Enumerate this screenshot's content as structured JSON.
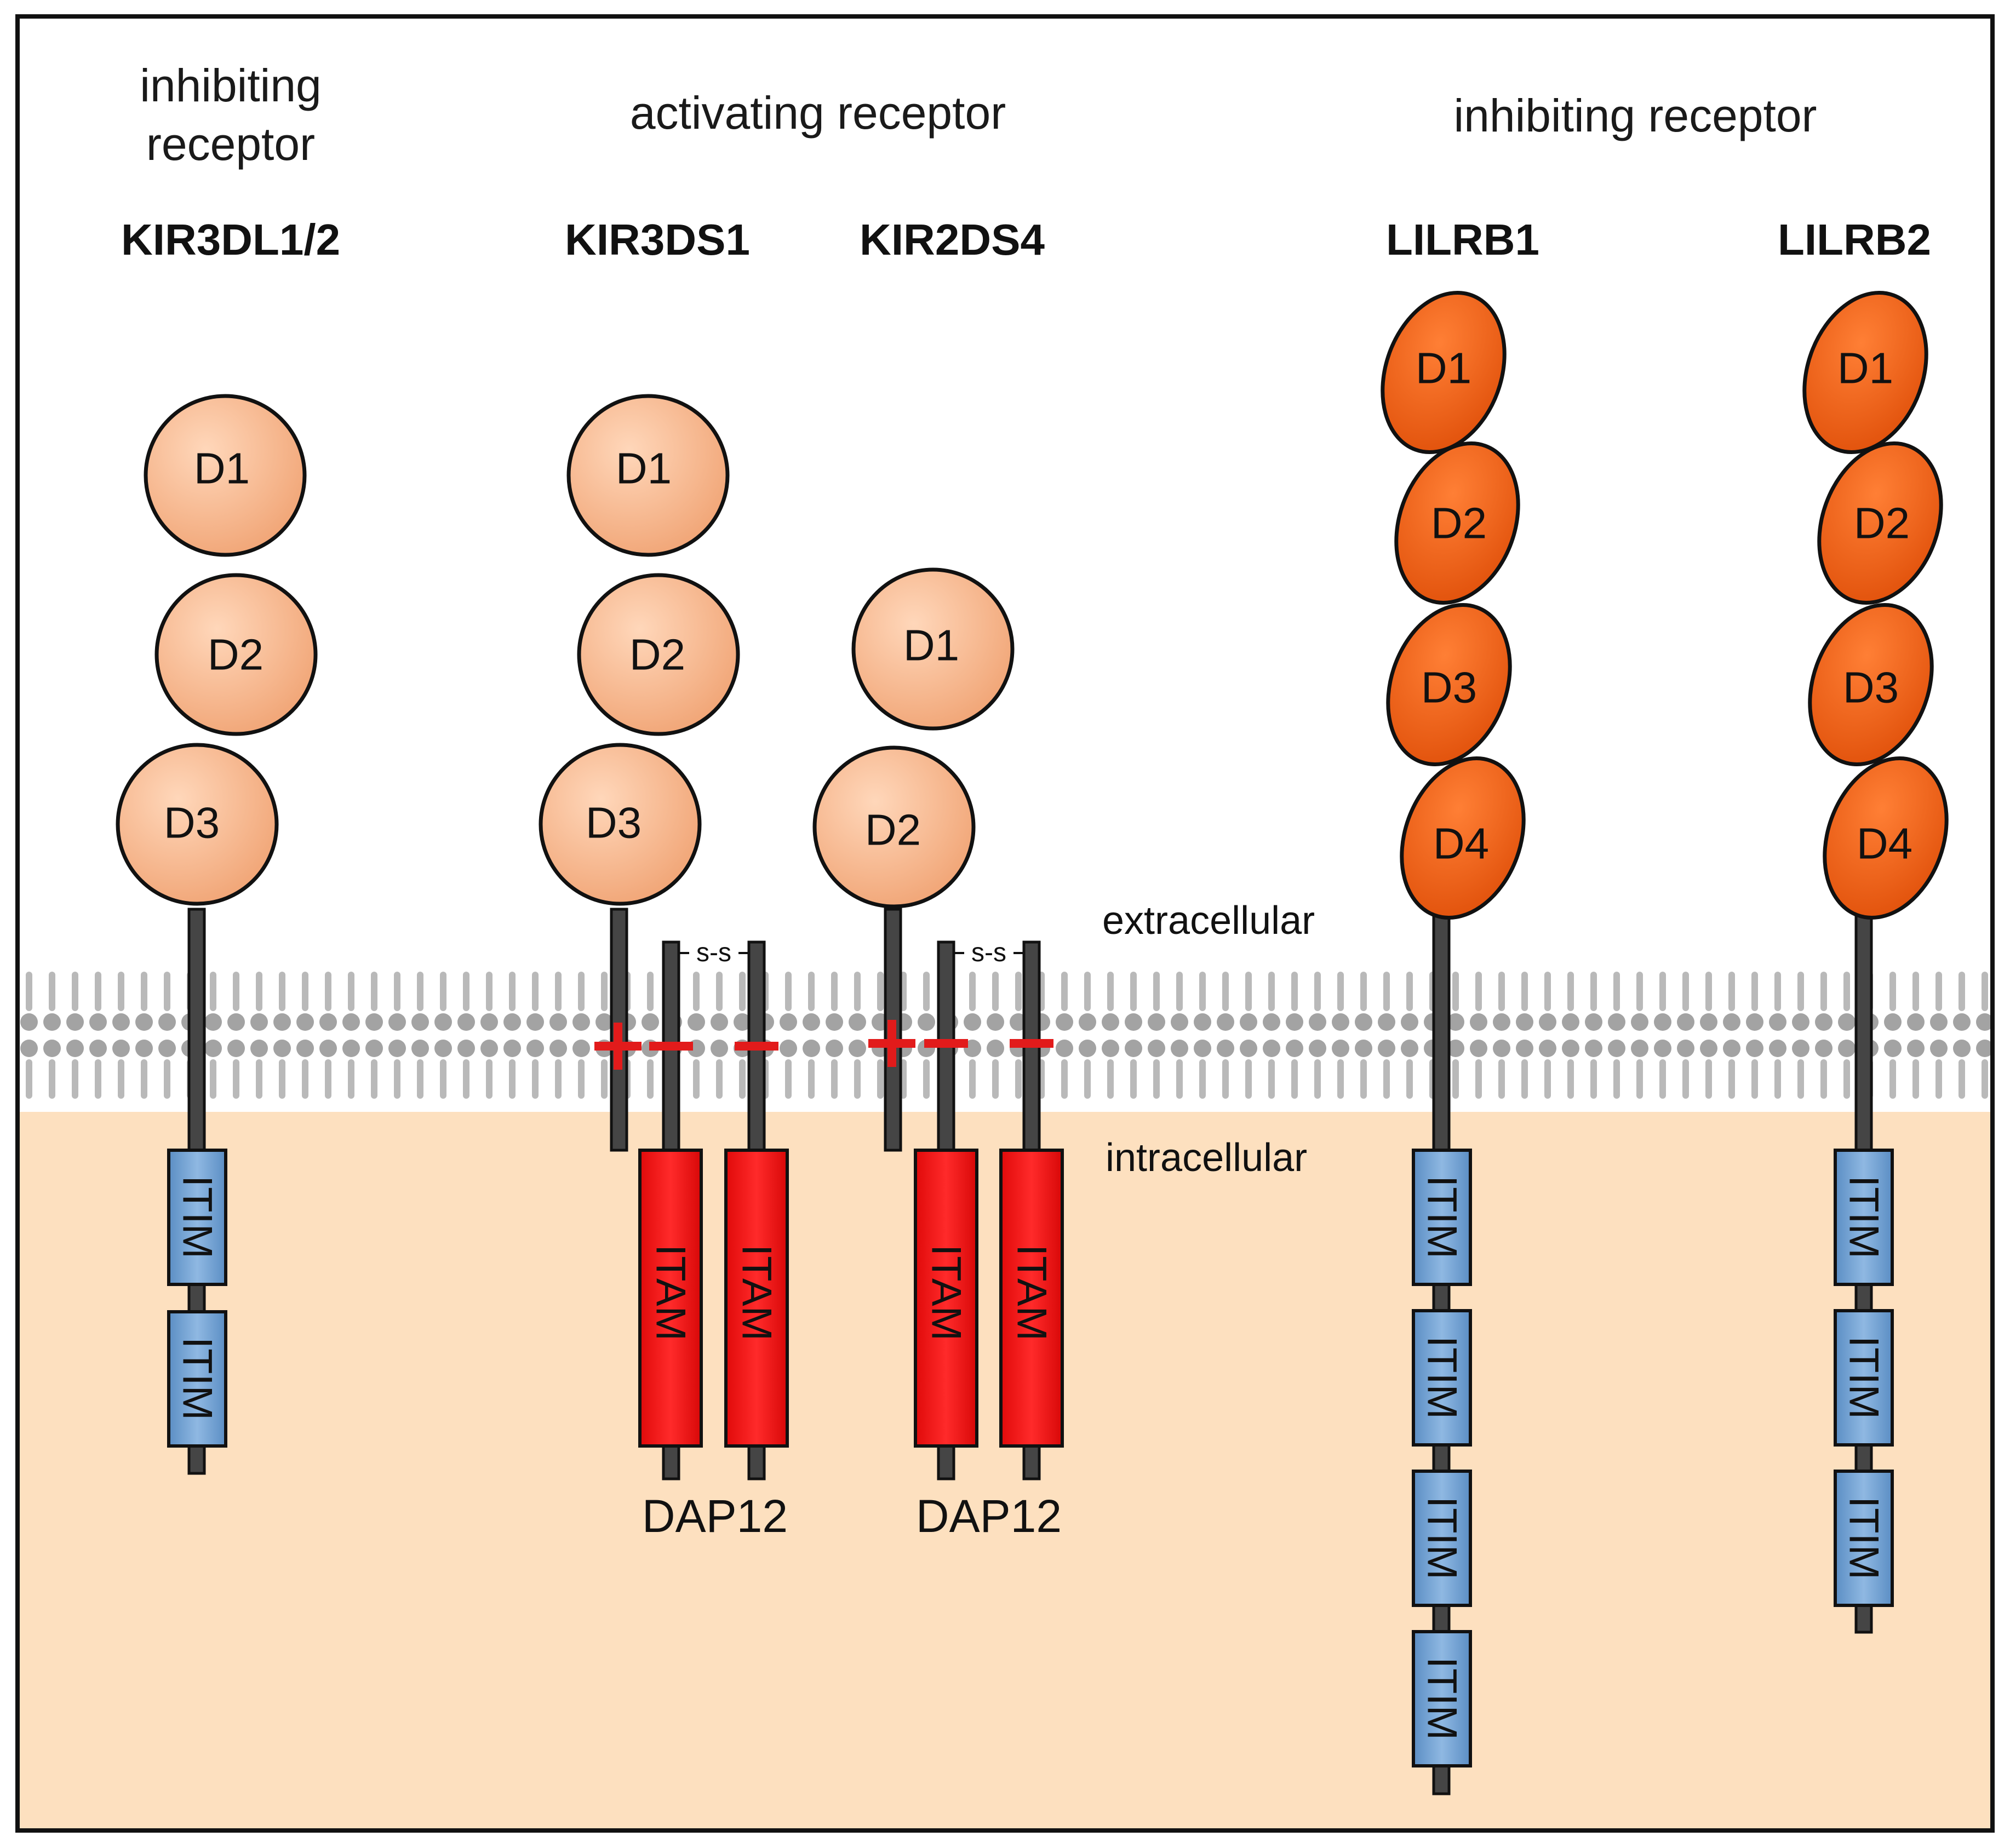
{
  "headings": {
    "left": [
      "inhibiting",
      "receptor"
    ],
    "middle": "activating receptor",
    "right": "inhibiting receptor"
  },
  "regions": {
    "extracellular": "extracellular",
    "intracellular": "intracellular"
  },
  "receptors": {
    "kir3dl1": {
      "name": "KIR3DL1/2",
      "domains": [
        "D1",
        "D2",
        "D3"
      ],
      "motifs": [
        "ITIM",
        "ITIM"
      ]
    },
    "kir3ds1": {
      "name": "KIR3DS1",
      "domains": [
        "D1",
        "D2",
        "D3"
      ]
    },
    "kir2ds4": {
      "name": "KIR2DS4",
      "domains": [
        "D1",
        "D2"
      ]
    },
    "lilrb1": {
      "name": "LILRB1",
      "domains": [
        "D1",
        "D2",
        "D3",
        "D4"
      ],
      "motifs": [
        "ITIM",
        "ITIM",
        "ITIM",
        "ITIM"
      ]
    },
    "lilrb2": {
      "name": "LILRB2",
      "domains": [
        "D1",
        "D2",
        "D3",
        "D4"
      ],
      "motifs": [
        "ITIM",
        "ITIM",
        "ITIM"
      ]
    }
  },
  "adaptors": {
    "left": {
      "label": "DAP12",
      "motifs": [
        "ITAM",
        "ITAM"
      ],
      "bond": "s-s"
    },
    "right": {
      "label": "DAP12",
      "motifs": [
        "ITAM",
        "ITAM"
      ],
      "bond": "s-s"
    }
  },
  "colors": {
    "kir_domain": "#f7b183",
    "lilr_domain": "#ee5a0e",
    "itim": "#6f9fd0",
    "itam": "#ee1111",
    "cytoplasm": "#fde0bf",
    "membrane_lipid": "#9d9d9d",
    "charge_mark": "#e21b1b"
  }
}
